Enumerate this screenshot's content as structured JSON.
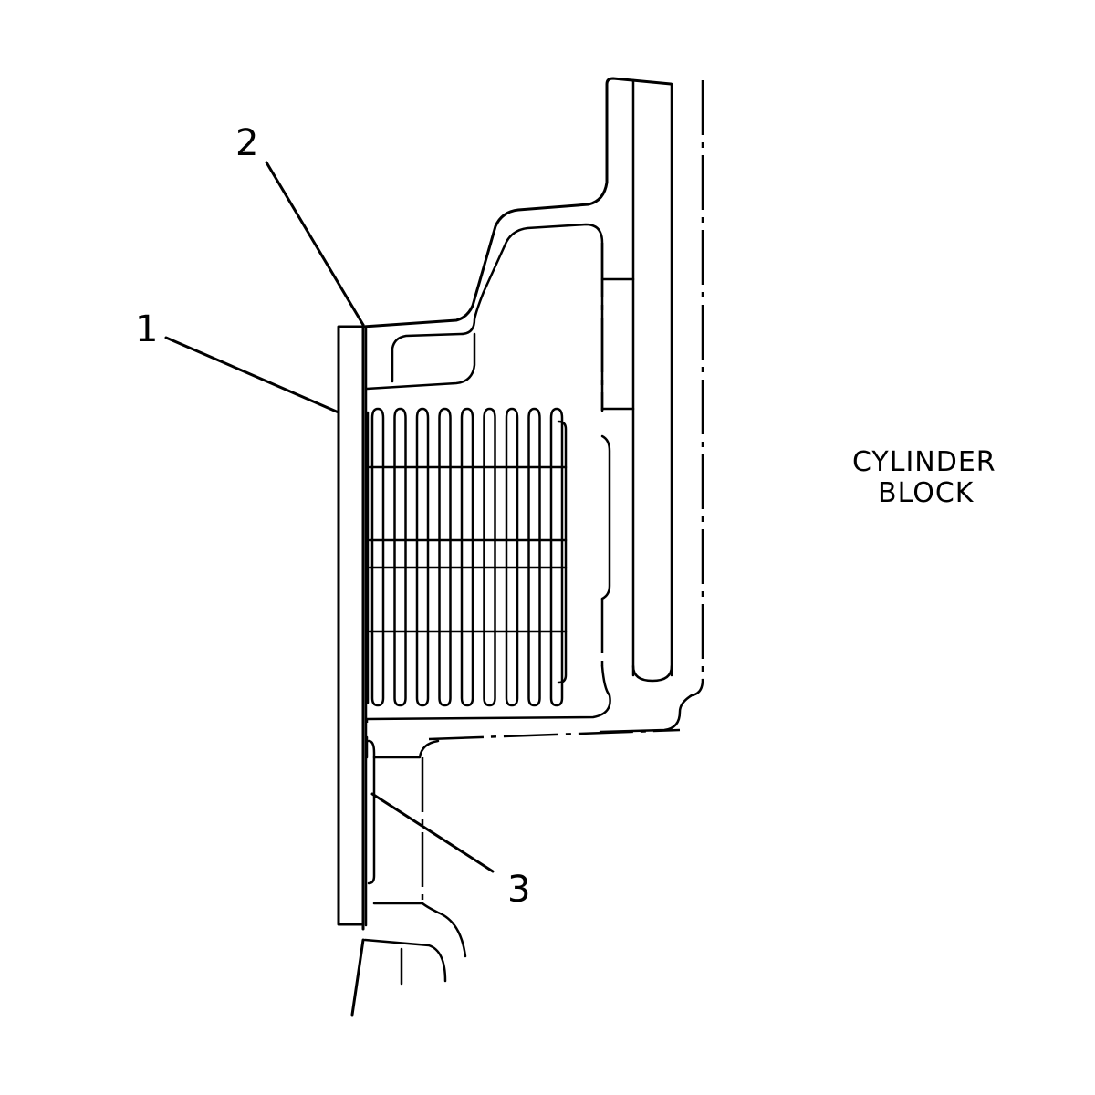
{
  "callouts": [
    {
      "id": "1",
      "text": "1"
    },
    {
      "id": "2",
      "text": "2"
    },
    {
      "id": "3",
      "text": "3"
    }
  ],
  "region_label": {
    "line1": "CYLINDER",
    "line2": "BLOCK"
  }
}
